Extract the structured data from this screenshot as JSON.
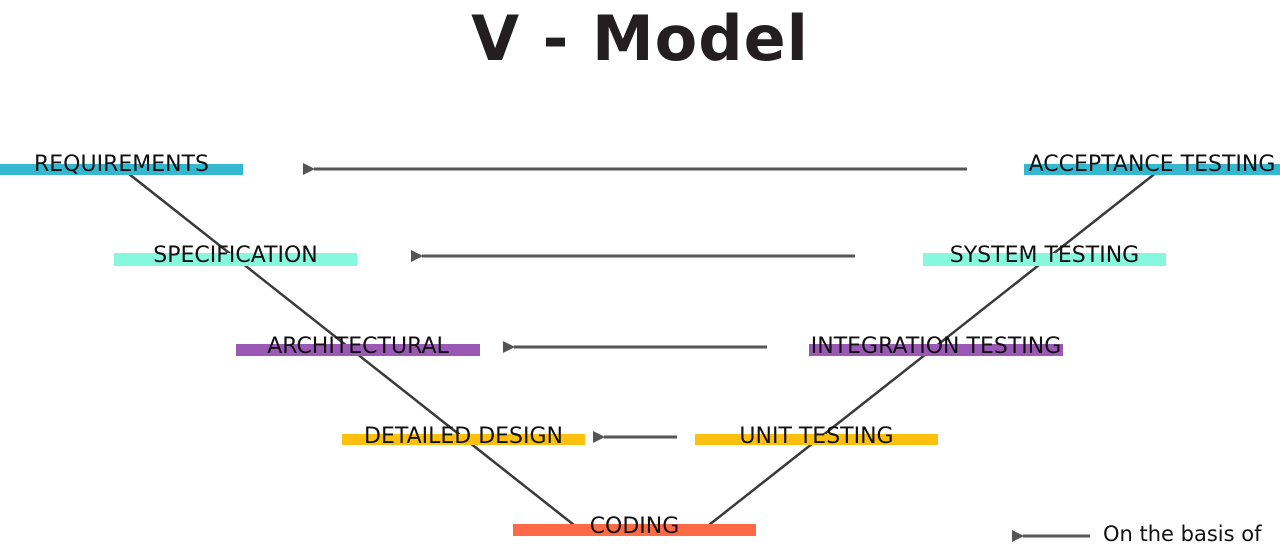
{
  "title": "V - Model",
  "colors": {
    "requirements": "#35b7d0",
    "specification": "#86f8dd",
    "architectural": "#9b59b6",
    "detailed": "#fdc00f",
    "coding": "#fd6a45",
    "line": "#3a3a3a",
    "arrow": "#555555"
  },
  "verification": {
    "requirements": "REQUIREMENTS",
    "specification": "SPECIFICATION",
    "architectural": "ARCHITECTURAL",
    "detailed_design": "DETAILED DESIGN"
  },
  "coding": "CODING",
  "validation": {
    "acceptance_testing": "ACCEPTANCE TESTING",
    "system_testing": "SYSTEM TESTING",
    "integration_testing": "INTEGRATION TESTING",
    "unit_testing": "UNIT TESTING"
  },
  "legend": "On the basis of"
}
